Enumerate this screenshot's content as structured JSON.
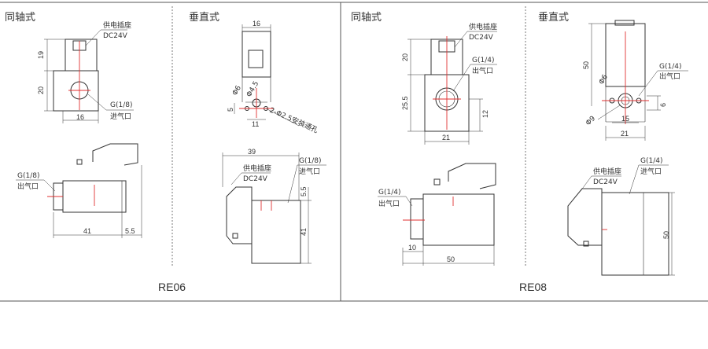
{
  "headings": {
    "re06_coaxial": "同轴式",
    "re06_vertical": "垂直式",
    "re08_coaxial": "同轴式",
    "re08_vertical": "垂直式"
  },
  "models": {
    "re06": "RE06",
    "re08": "RE08"
  },
  "labels": {
    "power_socket": "供电插座",
    "voltage": "DC24V",
    "inlet": "进气口",
    "outlet": "出气口",
    "g18": "G(1/8)",
    "g14": "G(1/4)",
    "mount_holes": "2-Φ2.5安装通孔",
    "phi_c": "Φ6",
    "phi_bolt": "Φ4.5",
    "phi6": "Φ6",
    "phi9": "Φ9"
  },
  "dims": {
    "re06": {
      "d19": "19",
      "d20": "20",
      "d16": "16",
      "d41": "41",
      "d5_5": "5.5",
      "v16": "16",
      "v5": "5",
      "v11": "11",
      "v39": "39",
      "v5_5": "5.5",
      "v41": "41"
    },
    "re08": {
      "d20": "20",
      "d25_5": "25.5",
      "d12": "12",
      "d21": "21",
      "d10": "10",
      "d50": "50",
      "v50": "50",
      "v6": "6",
      "v15": "15",
      "v21": "21",
      "v50b": "50"
    }
  }
}
